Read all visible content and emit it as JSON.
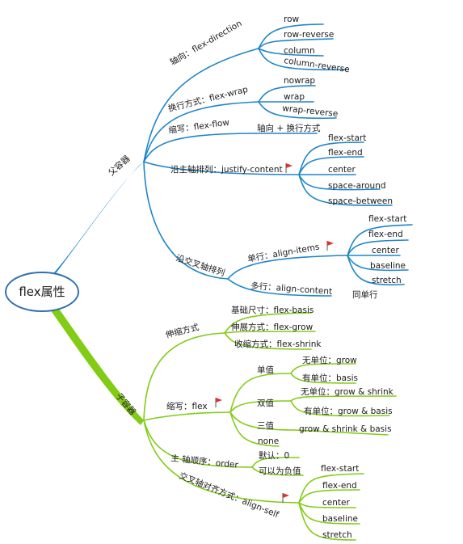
{
  "root": "flex属性",
  "parent": {
    "label": "父容器",
    "flex_direction": {
      "label": "轴向：flex-direction",
      "values": [
        "row",
        "row-reverse",
        "column",
        "column-reverse"
      ]
    },
    "flex_wrap": {
      "label": "换行方式：flex-wrap",
      "values": [
        "nowrap",
        "wrap",
        "wrap-reverse"
      ]
    },
    "flex_flow": {
      "label": "缩写：flex-flow",
      "value": "轴向 + 换行方式"
    },
    "justify_content": {
      "label": "沿主轴排列：justify-content",
      "values": [
        "flex-start",
        "flex-end",
        "center",
        "space-around",
        "space-between"
      ]
    },
    "cross_axis": {
      "label": "沿交叉轴排列",
      "align_items": {
        "label": "单行：align-items",
        "values": [
          "flex-start",
          "flex-end",
          "center",
          "baseline",
          "stretch"
        ]
      },
      "align_content": {
        "label": "多行：align-content",
        "value": "同单行"
      }
    }
  },
  "child": {
    "label": "子容器",
    "grow_shrink": {
      "label": "伸缩方式",
      "values": [
        "基础尺寸：flex-basis",
        "伸展方式：flex-grow",
        "收缩方式：flex-shrink"
      ]
    },
    "flex": {
      "label": "缩写：flex",
      "single": {
        "label": "单值",
        "values": [
          "无单位：grow",
          "有单位：basis"
        ]
      },
      "double": {
        "label": "双值",
        "values": [
          "无单位：grow & shrink",
          "有单位：grow & basis"
        ]
      },
      "triple": {
        "label": "三值",
        "value": "grow & shrink & basis"
      },
      "none": "none"
    },
    "order": {
      "label": "主 轴顺序：order",
      "values": [
        "默认：0",
        "可以为负值"
      ]
    },
    "align_self": {
      "label": "交叉轴对齐方式：align-self",
      "values": [
        "flex-start",
        "flex-end",
        "center",
        "baseline",
        "stretch"
      ]
    }
  },
  "colors": {
    "blue": "#1f86c9",
    "green": "#82cc16",
    "flag": "#e0302b",
    "ellipse": "#2f6fb0"
  }
}
